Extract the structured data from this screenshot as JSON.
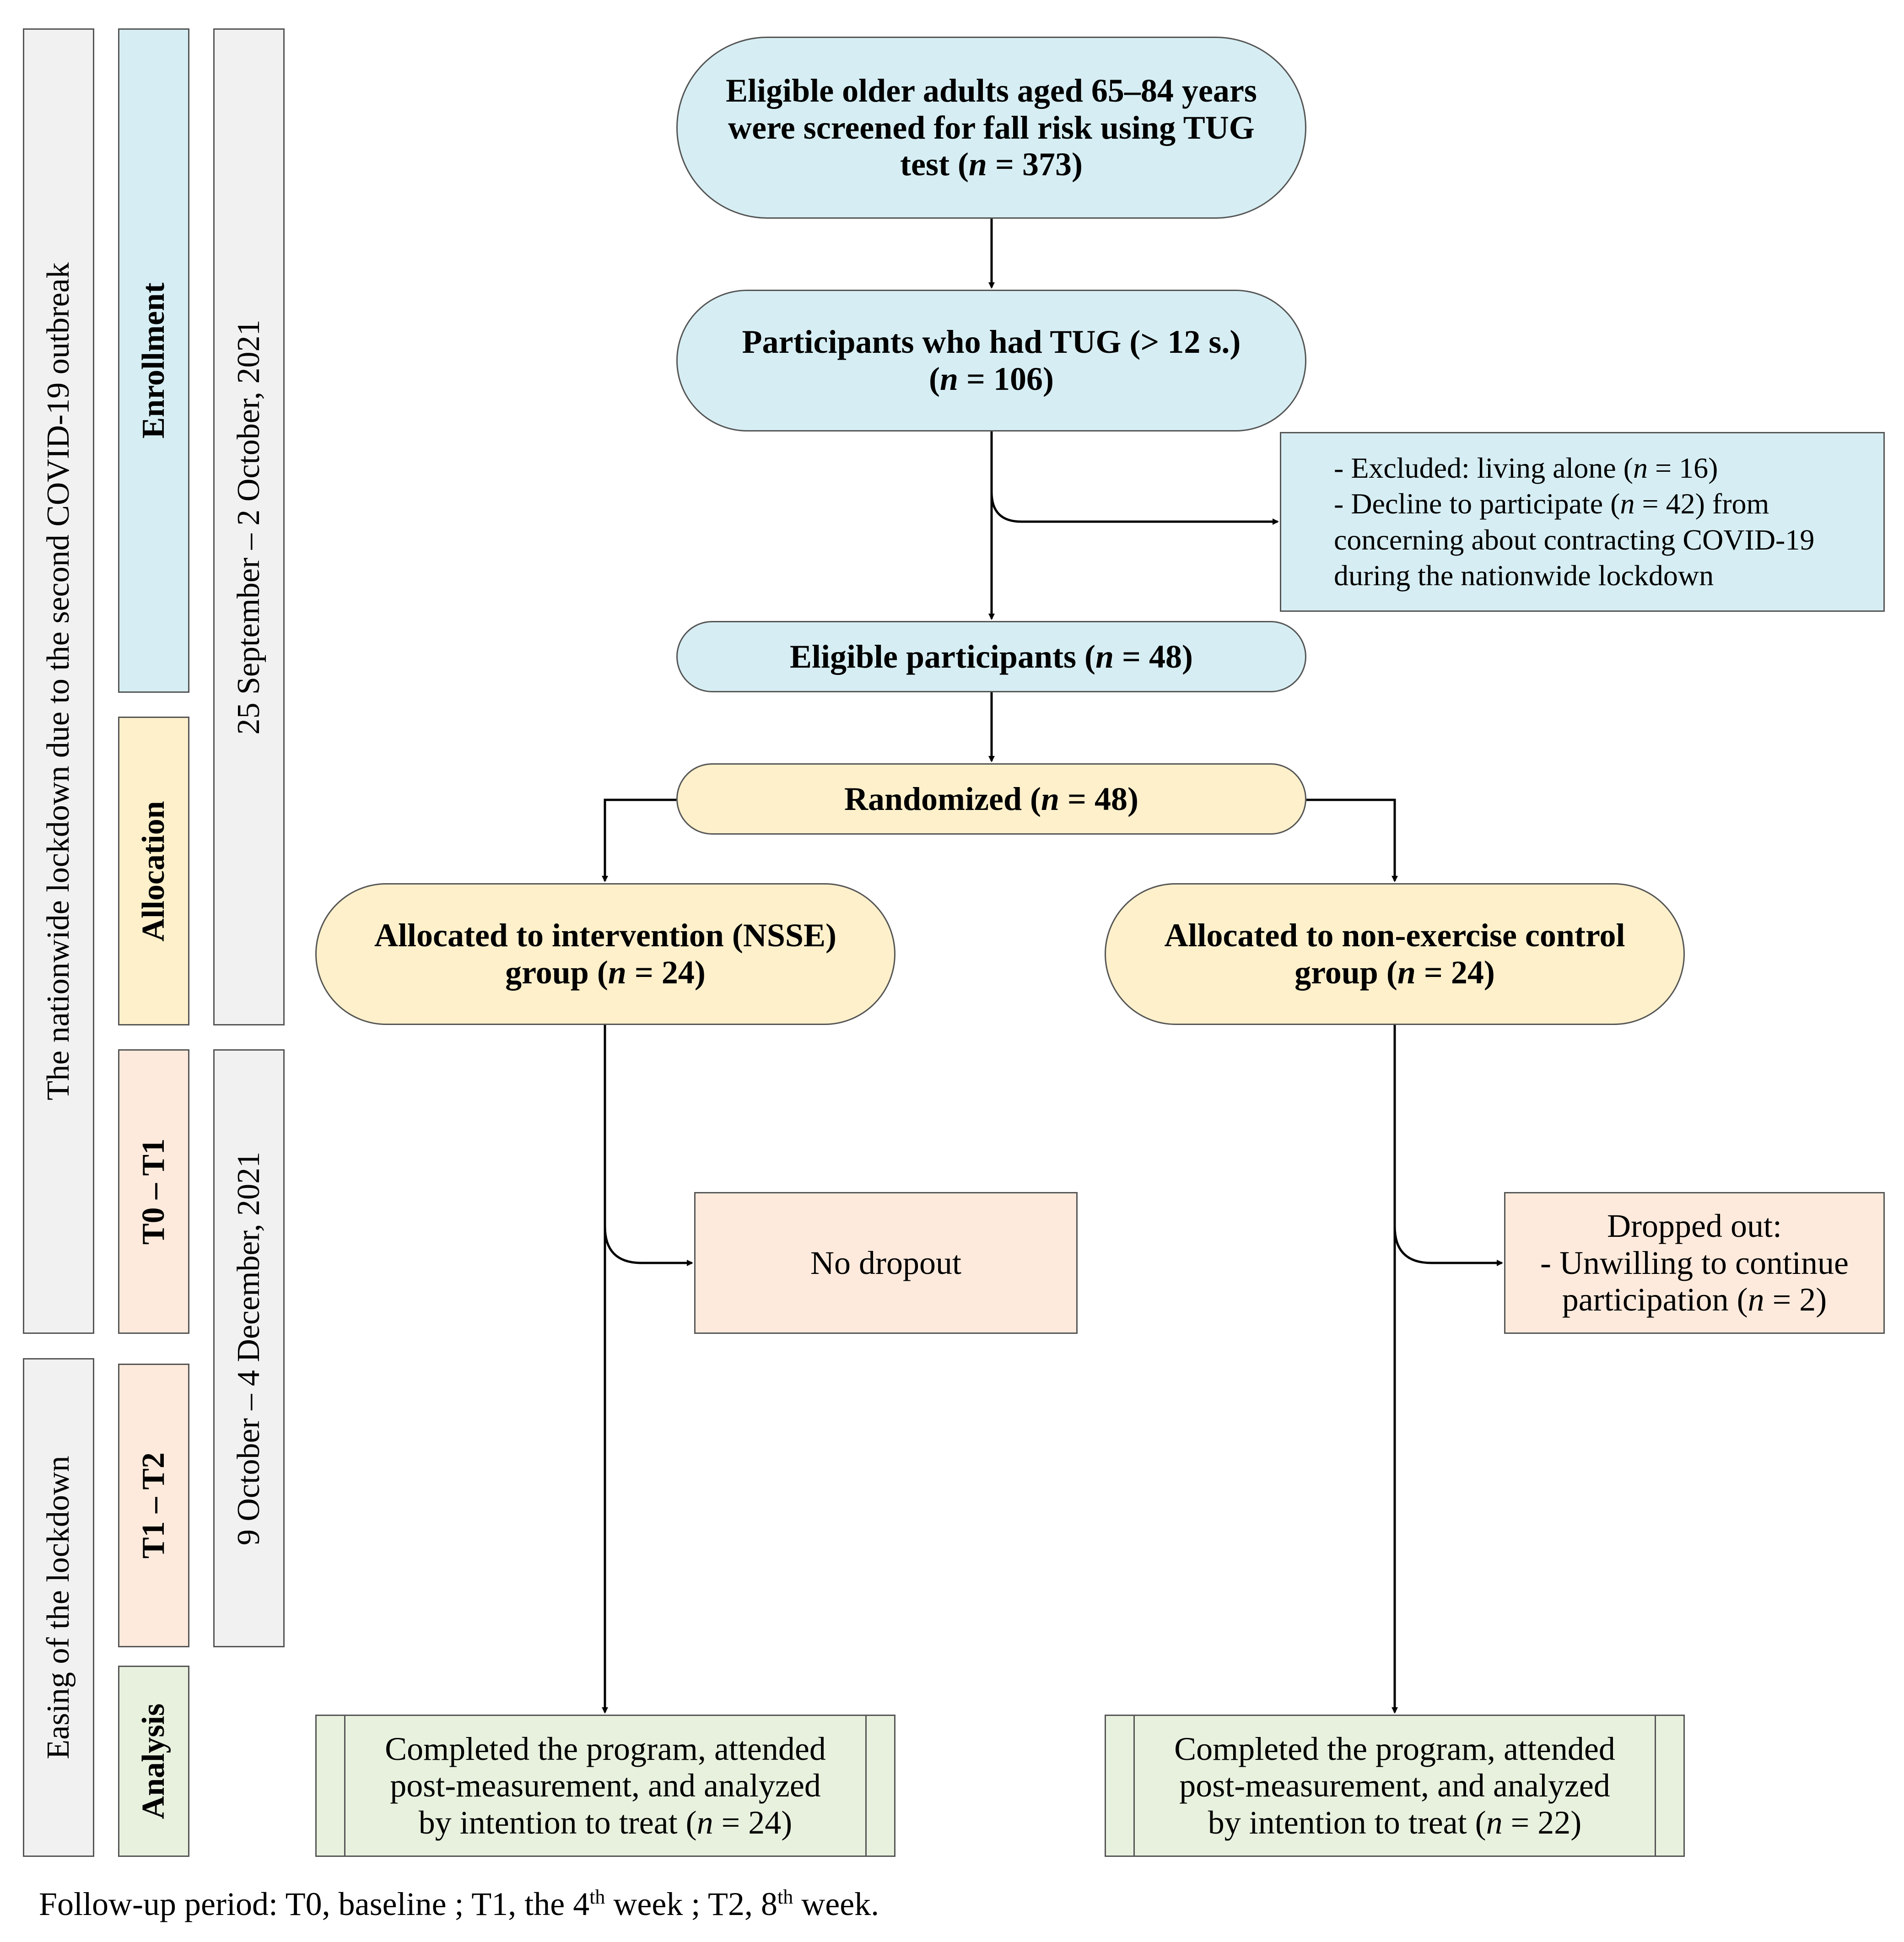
{
  "phase_bands": {
    "lockdown": "The nationwide lockdown due to the second COVID-19 outbreak",
    "easing": "Easing of the lockdown"
  },
  "stages": {
    "enrollment": "Enrollment",
    "allocation": "Allocation",
    "t0_t1": "T0 – T1",
    "t1_t2": "T1 – T2",
    "analysis": "Analysis"
  },
  "dates": {
    "period1": "25 September – 2 October, 2021",
    "period2": "9 October – 4 December, 2021"
  },
  "boxes": {
    "screened": {
      "line1": "Eligible older adults aged 65–84 years",
      "line2": "were screened for fall risk using TUG",
      "line3_prefix": "test   (",
      "n_symbol": "n",
      "line3_suffix": " = 373)"
    },
    "tug": {
      "line1": "Participants who had TUG (> 12 s.)",
      "prefix": "(",
      "n_symbol": "n",
      "suffix": " = 106)"
    },
    "excluded": {
      "line1_prefix": "- Excluded: living alone (",
      "line1_n": "n",
      "line1_suffix": " = 16)",
      "line2_prefix": "- Decline to participate (",
      "line2_n": "n",
      "line2_suffix": " = 42) from",
      "line3": "concerning about contracting COVID-19",
      "line4": "during the nationwide lockdown"
    },
    "eligible": {
      "prefix": "Eligible participants (",
      "n_symbol": "n",
      "suffix": " = 48)"
    },
    "randomized": {
      "prefix": "Randomized (",
      "n_symbol": "n",
      "suffix": " = 48)"
    },
    "intervention": {
      "line1": "Allocated to intervention (NSSE)",
      "line2_prefix": "group (",
      "n_symbol": "n",
      "line2_suffix": " = 24)"
    },
    "control": {
      "line1": "Allocated to non-exercise control",
      "line2_prefix": "group (",
      "n_symbol": "n",
      "line2_suffix": " = 24)"
    },
    "no_dropout": "No dropout",
    "dropped": {
      "line1": "Dropped out:",
      "line2": "- Unwilling to continue",
      "line3_prefix": "participation (",
      "n_symbol": "n",
      "line3_suffix": " = 2)"
    },
    "analysis_left": {
      "line1": "Completed the program, attended",
      "line2": "post-measurement, and analyzed",
      "line3_prefix": "by intention to treat (",
      "n_symbol": "n",
      "line3_suffix": " = 24)"
    },
    "analysis_right": {
      "line1": "Completed the program, attended",
      "line2": "post-measurement, and analyzed",
      "line3_prefix": "by intention to treat (",
      "n_symbol": "n",
      "line3_suffix": " = 22)"
    }
  },
  "footer": {
    "part1": "Follow-up period: T0, baseline ; T1, the 4",
    "sup1": "th",
    "part2": " week ; T2,  8",
    "sup2": "th",
    "part3": " week."
  },
  "colors": {
    "enrollment": "#d6eef3",
    "allocation": "#fdf0cb",
    "followup": "#fdeadc",
    "analysis": "#e8f1de",
    "band": "#f1f1f1"
  }
}
